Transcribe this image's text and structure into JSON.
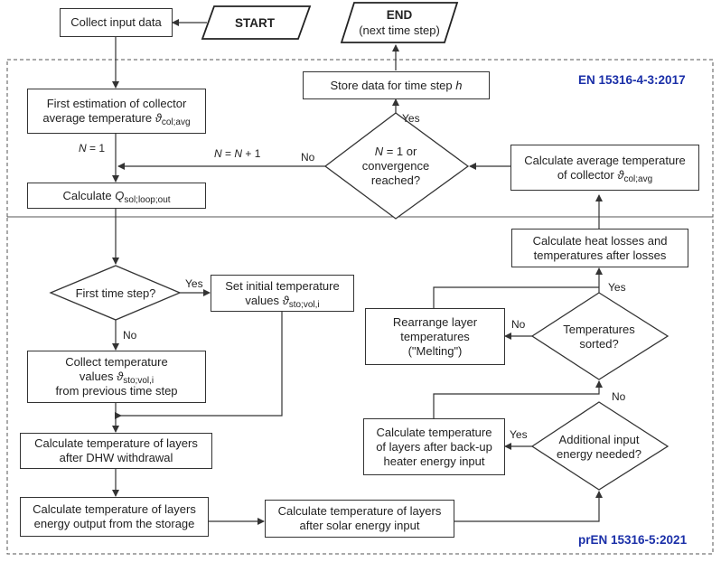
{
  "start": "START",
  "end": {
    "title": "END",
    "subtitle": "(next time step)"
  },
  "regions": {
    "top": "EN 15316-4-3:2017",
    "bottom": "prEN 15316-5:2021"
  },
  "boxes": {
    "collect_input": "Collect input data",
    "first_estimation": {
      "line1": "First estimation of collector",
      "line2": "average temperature ",
      "sym": "ϑ",
      "sub": "col;avg"
    },
    "calc_qsol": {
      "text": "Calculate ",
      "sym": "Q",
      "sub": "sol;loop;out"
    },
    "store_data": {
      "text": "Store data for time step ",
      "var": "h"
    },
    "calc_avg_temp": {
      "line1": "Calculate average temperature",
      "line2": "of collector ",
      "sym": "ϑ",
      "sub": "col;avg"
    },
    "calc_heat_losses": {
      "line1": "Calculate heat losses and",
      "line2": "temperatures after losses"
    },
    "set_initial": {
      "line1": "Set initial temperature",
      "line2": "values ",
      "sym": "ϑ",
      "sub": "sto;vol,i"
    },
    "collect_temp": {
      "line1": "Collect temperature",
      "line2": "values ",
      "sym": "ϑ",
      "sub": "sto;vol,i",
      "line3": "from previous time step"
    },
    "calc_dhw": {
      "line1": "Calculate temperature of layers",
      "line2": "after DHW withdrawal"
    },
    "calc_energy_output": {
      "line1": "Calculate temperature of layers",
      "line2": "energy output from the storage"
    },
    "calc_solar": {
      "line1": "Calculate temperature of layers",
      "line2": "after solar energy input"
    },
    "rearrange": {
      "line1": "Rearrange layer",
      "line2": "temperatures",
      "line3": "(\"Melting\")"
    },
    "calc_backup": {
      "line1": "Calculate temperature",
      "line2": "of layers after back-up",
      "line3": "heater energy input"
    }
  },
  "decisions": {
    "convergence": {
      "line1a": "N",
      "line1b": " = 1 or",
      "line2": "convergence",
      "line3": "reached?"
    },
    "first_time_step": "First time step?",
    "temps_sorted": {
      "line1": "Temperatures",
      "line2": "sorted?"
    },
    "additional_input": {
      "line1": "Additional input",
      "line2": "energy needed?"
    }
  },
  "labels": {
    "n_eq_1": {
      "var": "N",
      "rest": " = 1"
    },
    "n_increment": {
      "var1": "N",
      "mid": " = ",
      "var2": "N",
      "rest": " + 1"
    },
    "no": "No",
    "yes": "Yes"
  }
}
